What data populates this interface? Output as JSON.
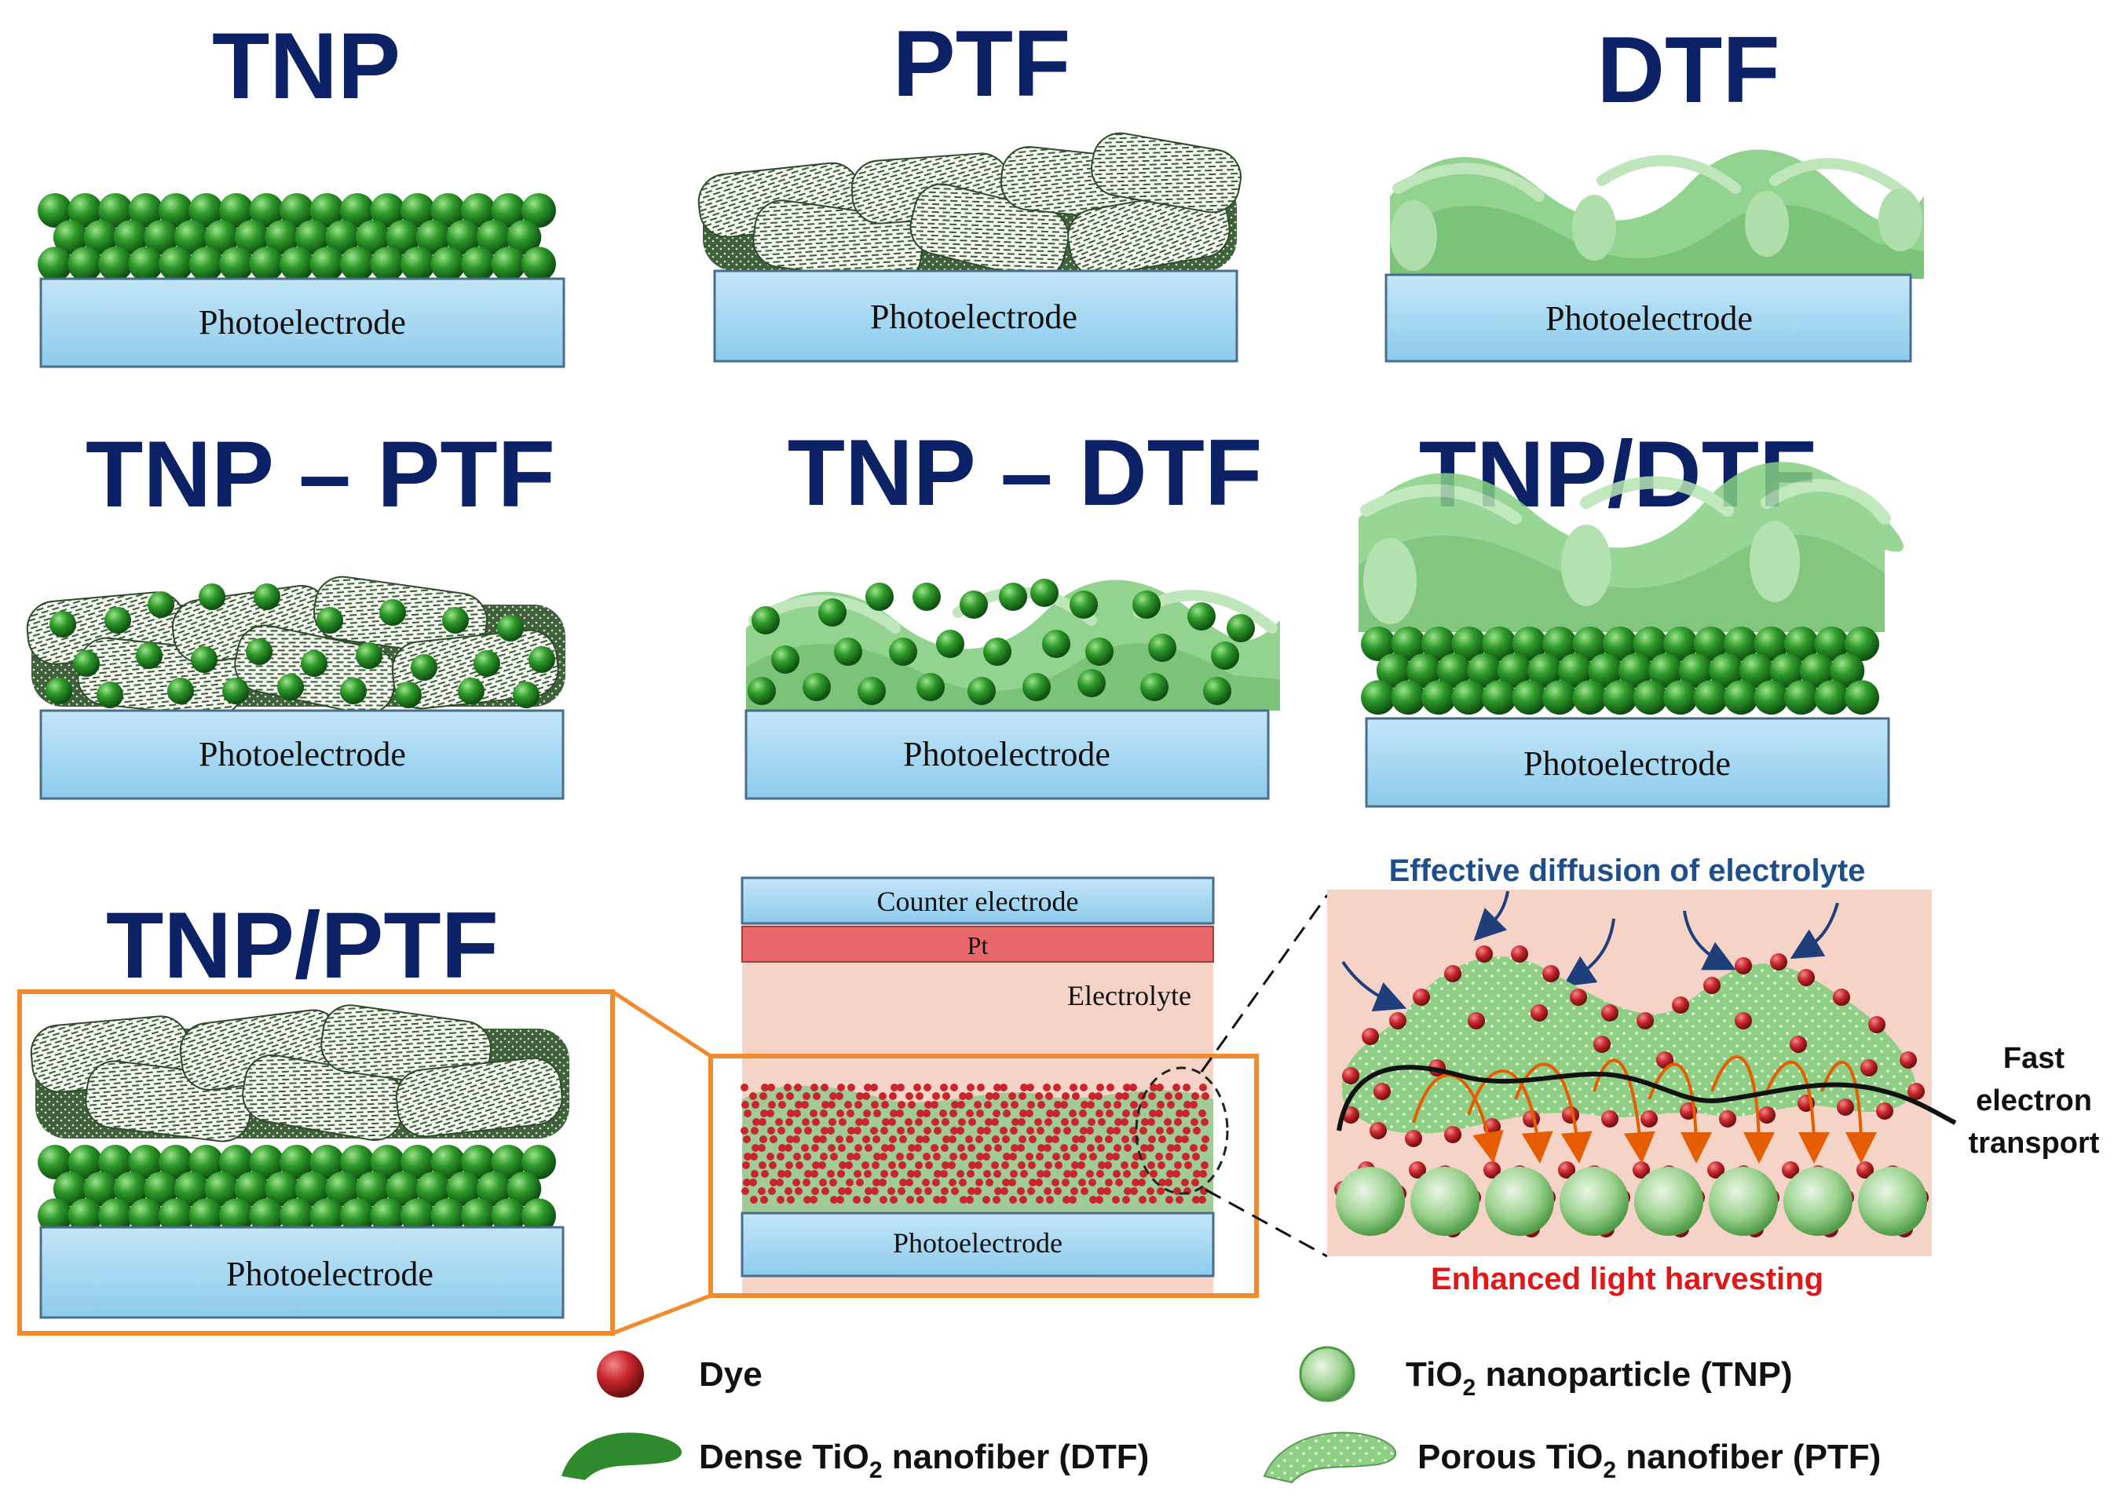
{
  "panels": {
    "tnp": {
      "title": "TNP",
      "electrode": "Photoelectrode"
    },
    "ptf": {
      "title": "PTF",
      "electrode": "Photoelectrode"
    },
    "dtf": {
      "title": "DTF",
      "electrode": "Photoelectrode"
    },
    "tnp_ptf_mix": {
      "title": "TNP – PTF",
      "electrode": "Photoelectrode"
    },
    "tnp_dtf_mix": {
      "title": "TNP – DTF",
      "electrode": "Photoelectrode"
    },
    "tnp_dtf_bilayer": {
      "title": "TNP/DTF",
      "electrode": "Photoelectrode"
    },
    "tnp_ptf_bilayer": {
      "title": "TNP/PTF",
      "electrode": "Photoelectrode"
    }
  },
  "cell": {
    "counter_electrode": "Counter electrode",
    "pt": "Pt",
    "electrolyte": "Electrolyte",
    "photoelectrode": "Photoelectrode"
  },
  "zoom": {
    "top_caption": "Effective diffusion of electrolyte",
    "bottom_caption": "Enhanced light harvesting",
    "side_caption_line1": "Fast",
    "side_caption_line2": "electron",
    "side_caption_line3": "transport"
  },
  "legend": {
    "dye": "Dye",
    "tnp_pre": "TiO",
    "tnp_sub": "2",
    "tnp_post": " nanoparticle (TNP)",
    "dtf_pre": "Dense TiO",
    "dtf_sub": "2",
    "dtf_post": " nanofiber (DTF)",
    "ptf_pre": "Porous TiO",
    "ptf_sub": "2",
    "ptf_post": " nanofiber (PTF)"
  },
  "colors": {
    "title": "#0d2167",
    "electrode_fill": "#9fd3ef",
    "electrode_stroke": "#4a6d8c",
    "particle": "#2f8f2a",
    "dense_fiber": "#7ccb7a",
    "orange_frame": "#f28a2e",
    "dye": "#c8262c",
    "pt_layer": "#e8686b",
    "electrolyte_bg": "#f5d3c7"
  }
}
